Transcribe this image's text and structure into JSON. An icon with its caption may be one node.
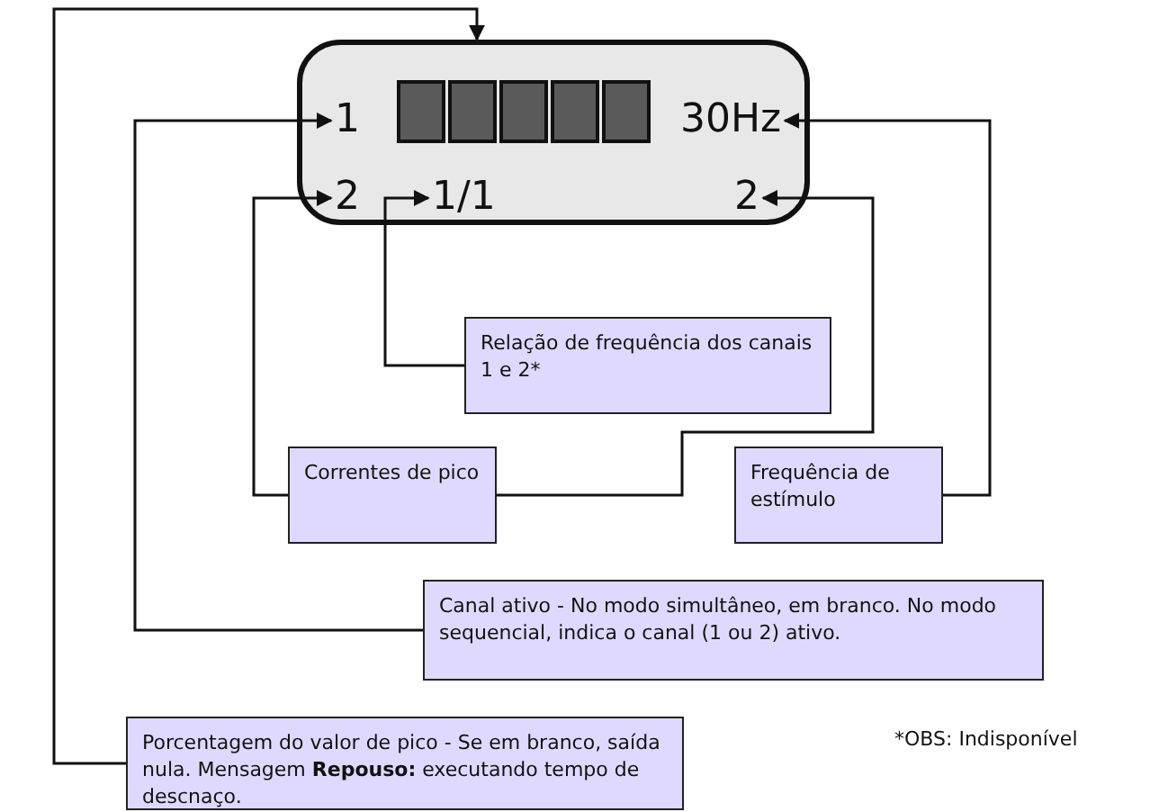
{
  "diagram": {
    "nodes": [
      {
        "text": [],
        "shape": "box"
      },
      {
        "text": [
          "1"
        ],
        "in": 0
      },
      {
        "text": [
          "30Hz"
        ],
        "in": 0
      },
      {
        "text": [
          "2"
        ],
        "in": 0
      },
      {
        "text": [
          "1/1"
        ],
        "in": 0
      },
      {
        "text": [
          "2"
        ],
        "in": 0
      },
      {
        "text": [
          "Relação de frequência dos canais 1 e 2*"
        ]
      },
      {
        "text": [
          "Correntes de pico"
        ]
      },
      {
        "text": [
          "Frequência de estímulo"
        ]
      },
      {
        "text": [
          "Canal ativo - No modo simultâneo, em branco. No modo sequencial, indica o canal (1 ou 2) ativo."
        ]
      },
      {
        "text": [
          "Porcentagem do valor de pico - Se em branco, saída nula. Mensagem **Repouso:** executando tempo de descnaço."
        ]
      }
    ],
    "edges": [
      {
        "from": 6,
        "to": 4,
        "arrow": "to"
      },
      {
        "from": 7,
        "to": 3,
        "arrow": "to"
      },
      {
        "from": 7,
        "to": 5,
        "arrow": "to"
      },
      {
        "from": 8,
        "to": 2,
        "arrow": "to"
      },
      {
        "from": 9,
        "to": 1,
        "arrow": "to"
      },
      {
        "from": 10,
        "to": 0,
        "arrow": "to"
      }
    ],
    "labels": [
      "*OBS: Indisponível"
    ]
  }
}
